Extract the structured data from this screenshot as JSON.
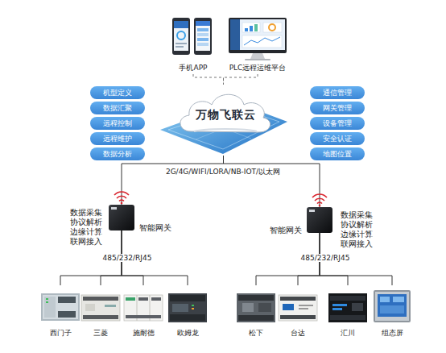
{
  "diagram": {
    "nodes": [
      {
        "text": [
          "手机APP"
        ]
      },
      {
        "text": [
          "PLC远程运维平台"
        ]
      },
      {
        "text": [
          "机型定义"
        ]
      },
      {
        "text": [
          "数据汇聚"
        ]
      },
      {
        "text": [
          "远程控制"
        ]
      },
      {
        "text": [
          "远程维护"
        ]
      },
      {
        "text": [
          "数据分析"
        ]
      },
      {
        "text": [
          "万物飞联云"
        ]
      },
      {
        "text": [
          "通信管理"
        ]
      },
      {
        "text": [
          "网关管理"
        ]
      },
      {
        "text": [
          "设备管理"
        ]
      },
      {
        "text": [
          "安全认证"
        ]
      },
      {
        "text": [
          "地图位置"
        ]
      },
      {
        "text": [
          "数据采集 协议解析 边缘计算 联网接入",
          "智能网关"
        ]
      },
      {
        "text": [
          "智能网关",
          "数据采集 协议解析 边缘计算 联网接入"
        ]
      },
      {
        "text": [
          "西门子"
        ]
      },
      {
        "text": [
          "三菱"
        ]
      },
      {
        "text": [
          "施耐德"
        ]
      },
      {
        "text": [
          "欧姆龙"
        ]
      },
      {
        "text": [
          "松下"
        ]
      },
      {
        "text": [
          "台达"
        ]
      },
      {
        "text": [
          "汇川"
        ]
      },
      {
        "text": [
          "组态屏"
        ]
      }
    ],
    "edges": [
      {
        "from": 0,
        "to": 7,
        "arrow": "none"
      },
      {
        "from": 1,
        "to": 7,
        "arrow": "none"
      },
      {
        "from": 7,
        "to": 13,
        "arrow": "none"
      },
      {
        "from": 7,
        "to": 14,
        "arrow": "none"
      },
      {
        "from": 13,
        "to": 15,
        "arrow": "none"
      },
      {
        "from": 13,
        "to": 16,
        "arrow": "none"
      },
      {
        "from": 13,
        "to": 17,
        "arrow": "none"
      },
      {
        "from": 13,
        "to": 18,
        "arrow": "none"
      },
      {
        "from": 14,
        "to": 19,
        "arrow": "none"
      },
      {
        "from": 14,
        "to": 20,
        "arrow": "none"
      },
      {
        "from": 14,
        "to": 21,
        "arrow": "none"
      },
      {
        "from": 14,
        "to": 22,
        "arrow": "none"
      }
    ],
    "labels": [
      "2G/4G/WIFI/LORA/NB-IOT/以太网",
      "485/232/RJ45",
      "485/232/RJ45"
    ]
  }
}
